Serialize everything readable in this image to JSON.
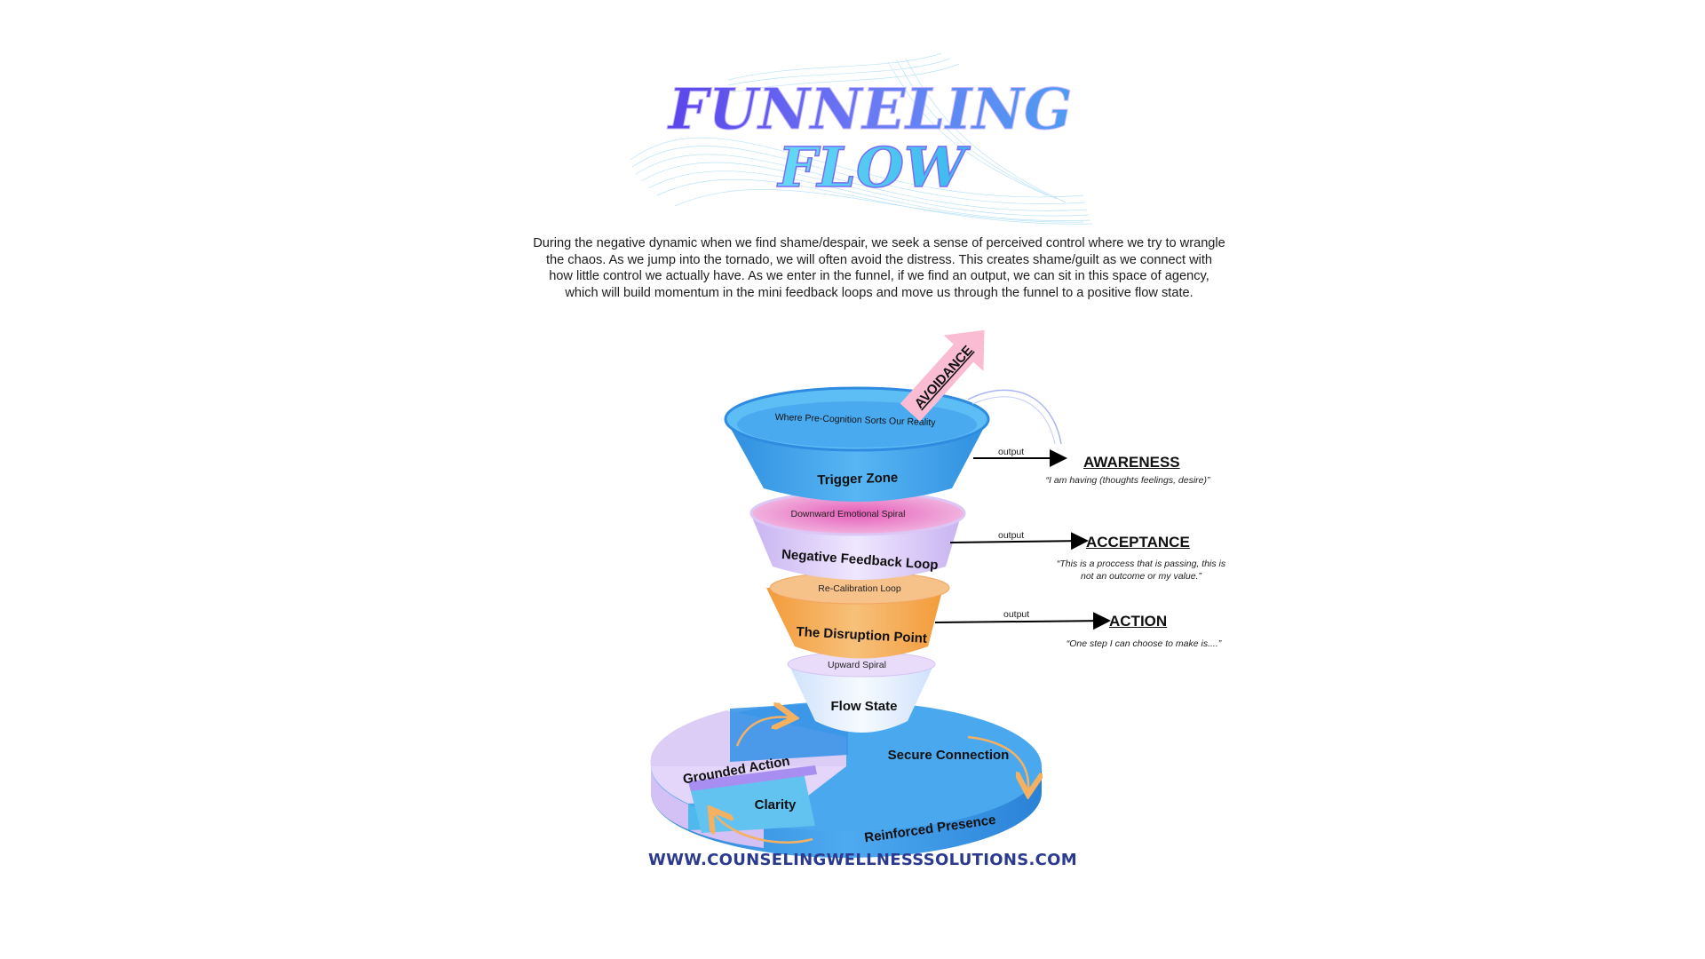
{
  "title": {
    "line1": "FUNNELING",
    "line2": "FLOW"
  },
  "intro": "During the negative dynamic when we find shame/despair, we seek a sense of perceived control where we try to wrangle the chaos. As we jump into the tornado, we will often avoid the distress. This creates shame/guilt as we connect with how little control we actually have. As we enter in the funnel, if we find an output, we can sit in this space of agency, which will build momentum in the mini feedback loops and move us through the funnel to a positive flow state.",
  "avoidance": "AVOIDANCE",
  "funnel": {
    "tier1": {
      "rim": "Where Pre-Cognition Sorts Our Reality",
      "label": "Trigger Zone"
    },
    "tier2": {
      "rim": "Downward Emotional  Spiral",
      "label": "Negative Feedback Loop"
    },
    "tier3": {
      "rim": "Re-Calibration Loop",
      "label": "The Disruption Point"
    },
    "tier4": {
      "rim": "Upward Spiral",
      "label": "Flow State"
    }
  },
  "outputs": [
    {
      "small": "output",
      "heading": "AWARENESS",
      "quote": "“I am having (thoughts feelings, desire)”"
    },
    {
      "small": "output",
      "heading": "ACCEPTANCE",
      "quote_line1": "“This is a proccess that is passing, this is",
      "quote_line2": "not an outcome or my value.”"
    },
    {
      "small": "output",
      "heading": "ACTION",
      "quote": "“One step I can choose to make is....”"
    }
  ],
  "pie": {
    "segments": [
      "Secure Connection",
      "Reinforced Presence",
      "Clarity",
      "Grounded Action"
    ]
  },
  "website": "WWW.COUNSELINGWELLNESSSOLUTIONS.COM",
  "colors": {
    "blue": "#3aa2ea",
    "lavender": "#d8c6f5",
    "pink": "#ee7fc2",
    "orange": "#f4a64e",
    "light_blue": "#dcebfc",
    "arrow_pink": "#f9b8cf",
    "title_purple": "#6d5cf2",
    "title_cyan": "#58d3f4",
    "website_navy": "#2b3a8e"
  }
}
